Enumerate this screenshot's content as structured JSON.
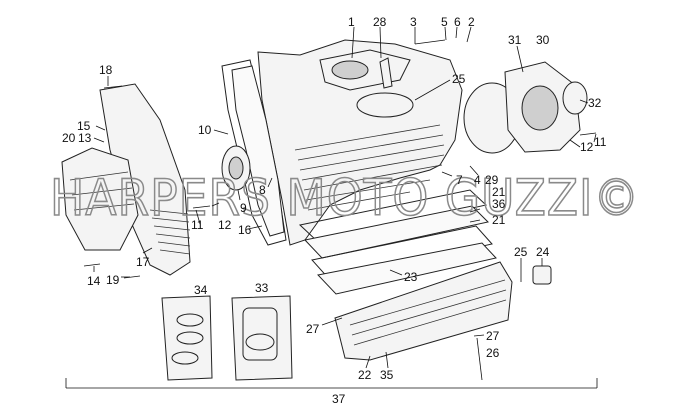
{
  "watermark": "HARPERS MOTO GUZZI©",
  "assembly_label": "37",
  "callouts": [
    {
      "id": "1",
      "label": "1"
    },
    {
      "id": "28",
      "label": "28"
    },
    {
      "id": "3",
      "label": "3"
    },
    {
      "id": "5",
      "label": "5"
    },
    {
      "id": "6",
      "label": "6"
    },
    {
      "id": "2",
      "label": "2"
    },
    {
      "id": "31",
      "label": "31"
    },
    {
      "id": "30",
      "label": "30"
    },
    {
      "id": "18",
      "label": "18"
    },
    {
      "id": "25a",
      "label": "25"
    },
    {
      "id": "15",
      "label": "15"
    },
    {
      "id": "20",
      "label": "20"
    },
    {
      "id": "13",
      "label": "13"
    },
    {
      "id": "10",
      "label": "10"
    },
    {
      "id": "32",
      "label": "32"
    },
    {
      "id": "12a",
      "label": "12"
    },
    {
      "id": "11a",
      "label": "11"
    },
    {
      "id": "4",
      "label": "4"
    },
    {
      "id": "29",
      "label": "29"
    },
    {
      "id": "21a",
      "label": "21"
    },
    {
      "id": "36",
      "label": "36"
    },
    {
      "id": "21b",
      "label": "21"
    },
    {
      "id": "9",
      "label": "9"
    },
    {
      "id": "8",
      "label": "8"
    },
    {
      "id": "7",
      "label": "7"
    },
    {
      "id": "12b",
      "label": "12"
    },
    {
      "id": "11b",
      "label": "11"
    },
    {
      "id": "16",
      "label": "16"
    },
    {
      "id": "17",
      "label": "17"
    },
    {
      "id": "14",
      "label": "14"
    },
    {
      "id": "19",
      "label": "19"
    },
    {
      "id": "23",
      "label": "23"
    },
    {
      "id": "25b",
      "label": "25"
    },
    {
      "id": "24",
      "label": "24"
    },
    {
      "id": "34",
      "label": "34"
    },
    {
      "id": "33",
      "label": "33"
    },
    {
      "id": "27a",
      "label": "27"
    },
    {
      "id": "27b",
      "label": "27"
    },
    {
      "id": "26",
      "label": "26"
    },
    {
      "id": "22",
      "label": "22"
    },
    {
      "id": "35",
      "label": "35"
    }
  ]
}
